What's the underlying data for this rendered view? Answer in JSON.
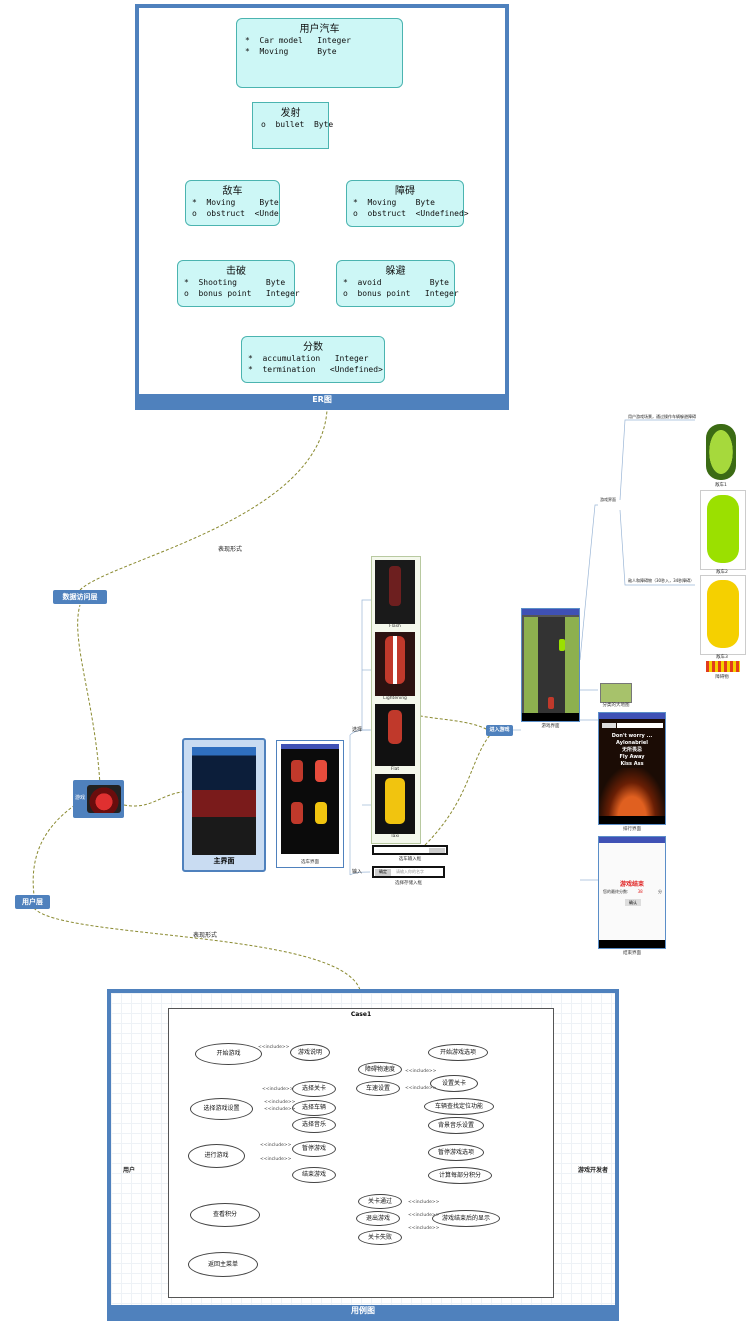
{
  "er": {
    "frame_title": "ER图",
    "entities": [
      {
        "name": "用户汽车",
        "rows": [
          "*  Car model   Integer",
          "*  Moving      Byte"
        ]
      },
      {
        "name": "发射",
        "rows": [
          "o  bullet  Byte"
        ]
      },
      {
        "name": "敌车",
        "rows": [
          "*  Moving     Byte",
          "o  obstruct  <Undef"
        ]
      },
      {
        "name": "障碍",
        "rows": [
          "*  Moving    Byte",
          "o  obstruct  <Undefined>"
        ]
      },
      {
        "name": "击破",
        "rows": [
          "*  Shooting      Byte",
          "o  bonus point   Integer"
        ]
      },
      {
        "name": "躲避",
        "rows": [
          "*  avoid          Byte",
          "o  bonus point   Integer"
        ]
      },
      {
        "name": "分数",
        "rows": [
          "*  accumulation   Integer",
          "*  termination   <Undefined>"
        ]
      }
    ]
  },
  "layers": {
    "data_access": "数据访问层",
    "user_layer": "用户层",
    "relation_top": "表现形式",
    "relation_bottom": "表现形式",
    "center_tag": "游戏"
  },
  "mindmap": {
    "main_label": "主界面",
    "select_car_label": "选车界面",
    "branch_choose": "选择",
    "branch_input": "输入",
    "cars": [
      {
        "label": "Flash"
      },
      {
        "label": "Lightening"
      },
      {
        "label": "Flat"
      },
      {
        "label": "Taxi"
      }
    ],
    "input1_caption": "选车输入框",
    "input2_caption": "选择存储入框",
    "input2_placeholder": "请输入你的名字",
    "input2_btn": "确定",
    "enter_game": "进入游戏",
    "game_screen": "游戏界面",
    "game_branch": "游戏界面",
    "sub_top": "用户游戏场景，通过操作车辆躲避障碍",
    "sub_bottom": "敌人和障碍物（30秒入，34秒障碍）",
    "side_cars": [
      "敌车1",
      "敌车2",
      "敌车3"
    ],
    "obstacle": "障碍物",
    "small_map_caption": "分类的大地图",
    "rank_screen": "排行界面",
    "rank_lines": [
      "Don't worry ...",
      "Aylonabriel",
      "无所畏忌",
      "Fly Away",
      "Kiss Ass"
    ],
    "over_screen": "结束界面",
    "over_title": "游戏结束",
    "over_score_label": "您的最终分数:",
    "over_score": "38",
    "over_unit": "分",
    "over_btn": "确认"
  },
  "usecase": {
    "frame_title": "用例图",
    "boundary": "Case1",
    "actor_user": "用户",
    "actor_dev": "游戏开发者",
    "include": "<<include>>",
    "left": [
      {
        "id": "start",
        "label": "开始游戏"
      },
      {
        "id": "settings",
        "label": "选择游戏设置"
      },
      {
        "id": "play",
        "label": "进行游戏"
      },
      {
        "id": "score",
        "label": "查看积分"
      },
      {
        "id": "back",
        "label": "返回主菜单"
      }
    ],
    "left_inc": [
      {
        "label": "游戏说明"
      },
      {
        "label": "选择关卡"
      },
      {
        "label": "选择车辆"
      },
      {
        "label": "选择音乐"
      },
      {
        "label": "暂停游戏"
      },
      {
        "label": "结束游戏"
      }
    ],
    "right": [
      {
        "label": "开始游戏选项"
      },
      {
        "label": "设置关卡"
      },
      {
        "label": "车辆查找定位功能"
      },
      {
        "label": "背景音乐设置"
      },
      {
        "label": "暂停游戏选项"
      },
      {
        "label": "计算每部分积分"
      },
      {
        "label": "游戏结束后的显示"
      }
    ],
    "right_inc": [
      {
        "label": "障碍物速度"
      },
      {
        "label": "车速设置"
      },
      {
        "label": "关卡通过"
      },
      {
        "label": "退出游戏"
      },
      {
        "label": "关卡失败"
      }
    ]
  }
}
